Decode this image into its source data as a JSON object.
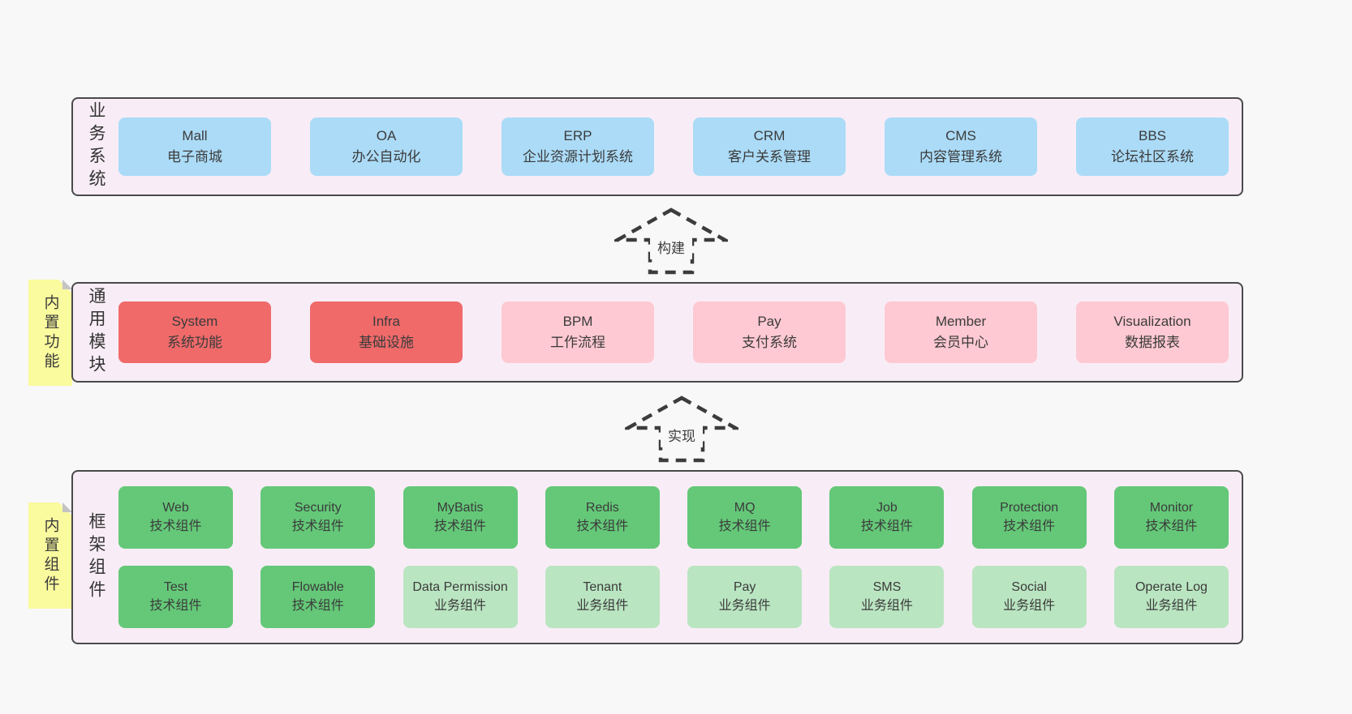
{
  "colors": {
    "page_bg": "#f8f8f8",
    "band_bg": "#f8edf6",
    "band_border": "#4a4a4a",
    "blue_box": "#abdbf7",
    "red_box": "#f06a6a",
    "pink_box": "#fec9d2",
    "green_dark_box": "#64c878",
    "green_light_box": "#bae5c1",
    "sticky_yellow": "#fafa9e",
    "fold_gray": "#c4c4c4",
    "text": "#3b3b3b"
  },
  "arrows": [
    {
      "label": "构建"
    },
    {
      "label": "实现"
    }
  ],
  "bands": [
    {
      "label": "业务系统",
      "boxes": [
        {
          "title": "Mall",
          "subtitle": "电子商城"
        },
        {
          "title": "OA",
          "subtitle": "办公自动化"
        },
        {
          "title": "ERP",
          "subtitle": "企业资源计划系统"
        },
        {
          "title": "CRM",
          "subtitle": "客户关系管理"
        },
        {
          "title": "CMS",
          "subtitle": "内容管理系统"
        },
        {
          "title": "BBS",
          "subtitle": "论坛社区系统"
        }
      ]
    },
    {
      "label": "通用模块",
      "sticky": "内置功能",
      "boxes": [
        {
          "title": "System",
          "subtitle": "系统功能"
        },
        {
          "title": "Infra",
          "subtitle": "基础设施"
        },
        {
          "title": "BPM",
          "subtitle": "工作流程"
        },
        {
          "title": "Pay",
          "subtitle": "支付系统"
        },
        {
          "title": "Member",
          "subtitle": "会员中心"
        },
        {
          "title": "Visualization",
          "subtitle": "数据报表"
        }
      ]
    },
    {
      "label": "框架组件",
      "sticky": "内置组件",
      "rows": [
        [
          {
            "title": "Web",
            "subtitle": "技术组件"
          },
          {
            "title": "Security",
            "subtitle": "技术组件"
          },
          {
            "title": "MyBatis",
            "subtitle": "技术组件"
          },
          {
            "title": "Redis",
            "subtitle": "技术组件"
          },
          {
            "title": "MQ",
            "subtitle": "技术组件"
          },
          {
            "title": "Job",
            "subtitle": "技术组件"
          },
          {
            "title": "Protection",
            "subtitle": "技术组件"
          },
          {
            "title": "Monitor",
            "subtitle": "技术组件"
          }
        ],
        [
          {
            "title": "Test",
            "subtitle": "技术组件"
          },
          {
            "title": "Flowable",
            "subtitle": "技术组件"
          },
          {
            "title": "Data Permission",
            "subtitle": "业务组件"
          },
          {
            "title": "Tenant",
            "subtitle": "业务组件"
          },
          {
            "title": "Pay",
            "subtitle": "业务组件"
          },
          {
            "title": "SMS",
            "subtitle": "业务组件"
          },
          {
            "title": "Social",
            "subtitle": "业务组件"
          },
          {
            "title": "Operate Log",
            "subtitle": "业务组件"
          }
        ]
      ]
    }
  ]
}
